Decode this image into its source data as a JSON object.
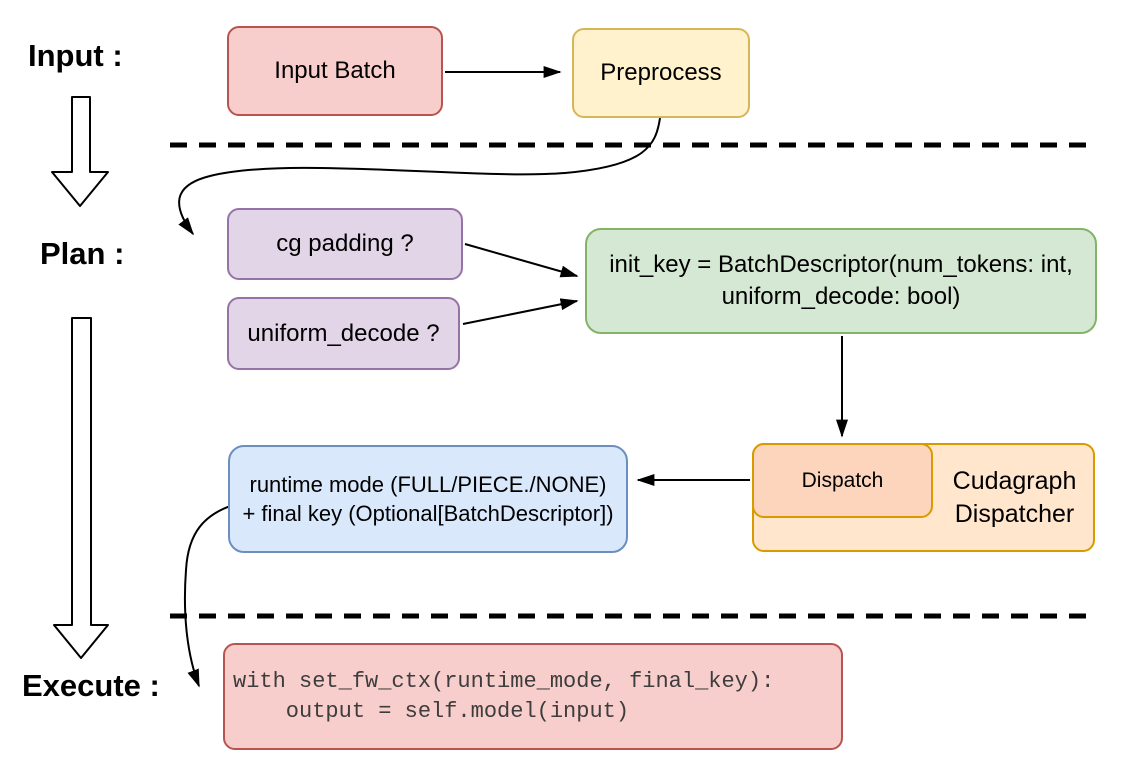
{
  "diagram": {
    "stages": {
      "input_label": "Input :",
      "plan_label": "Plan :",
      "execute_label": "Execute :"
    },
    "nodes": {
      "input_batch": "Input Batch",
      "preprocess": "Preprocess",
      "cg_padding": "cg padding ?",
      "uniform_decode": "uniform_decode ?",
      "init_key_line1": "init_key = BatchDescriptor(num_tokens: int,",
      "init_key_line2": "uniform_decode: bool)",
      "dispatch": "Dispatch",
      "dispatcher_line1": "Cudagraph",
      "dispatcher_line2": "Dispatcher",
      "runtime_line1": "runtime mode (FULL/PIECE./NONE)",
      "runtime_line2": "+ final key (Optional[BatchDescriptor])",
      "code_line1": "with set_fw_ctx(runtime_mode, final_key):",
      "code_line2": "    output = self.model(input)"
    },
    "palette": {
      "red_fill": "#f8cecc",
      "red_stroke": "#b85450",
      "yellow_fill": "#fff2cc",
      "yellow_stroke": "#d6b656",
      "purple_fill": "#e1d5e7",
      "purple_stroke": "#9673a6",
      "green_fill": "#d5e8d4",
      "green_stroke": "#82b366",
      "orange_fill": "#ffe6cc",
      "orange_inner_fill": "#fcd5bc",
      "orange_stroke": "#d79b00",
      "blue_fill": "#dae8fc",
      "blue_stroke": "#6c8ebf",
      "code_text": "#3d3d3d",
      "line_color": "#000000"
    }
  }
}
